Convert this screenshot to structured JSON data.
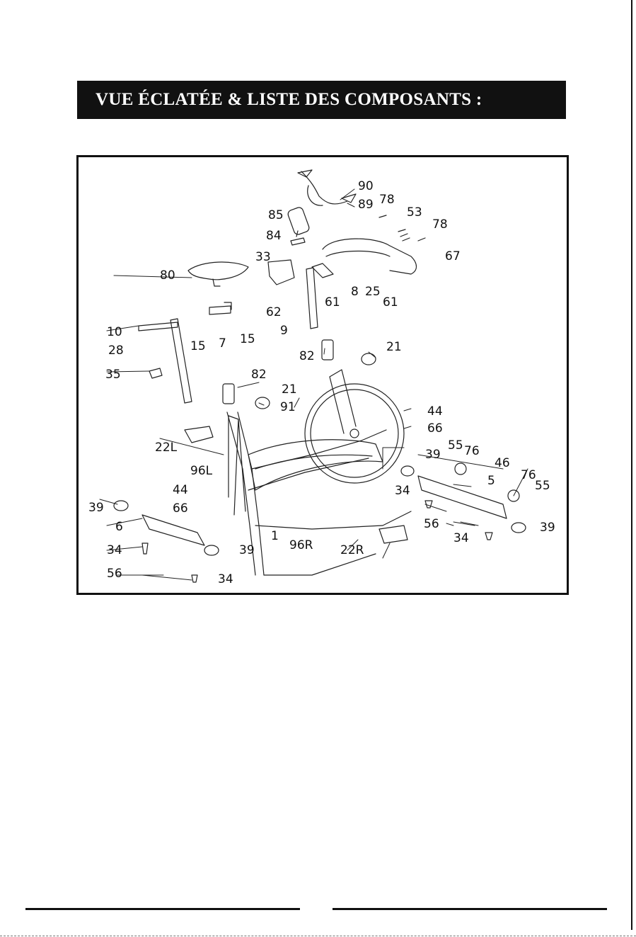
{
  "header": {
    "title": "VUE ÉCLATÉE & LISTE DES COMPOSANTS  :"
  },
  "diagram": {
    "callouts": [
      {
        "id": "90",
        "text": "90"
      },
      {
        "id": "89",
        "text": "89"
      },
      {
        "id": "78a",
        "text": "78"
      },
      {
        "id": "53",
        "text": "53"
      },
      {
        "id": "78b",
        "text": "78"
      },
      {
        "id": "67",
        "text": "67"
      },
      {
        "id": "85",
        "text": "85"
      },
      {
        "id": "84",
        "text": "84"
      },
      {
        "id": "33",
        "text": "33"
      },
      {
        "id": "80",
        "text": "80"
      },
      {
        "id": "62",
        "text": "62"
      },
      {
        "id": "8",
        "text": "8"
      },
      {
        "id": "25",
        "text": "25"
      },
      {
        "id": "61a",
        "text": "61"
      },
      {
        "id": "61b",
        "text": "61"
      },
      {
        "id": "9",
        "text": "9"
      },
      {
        "id": "10",
        "text": "10"
      },
      {
        "id": "15a",
        "text": "15"
      },
      {
        "id": "7",
        "text": "7"
      },
      {
        "id": "15b",
        "text": "15"
      },
      {
        "id": "28",
        "text": "28"
      },
      {
        "id": "35",
        "text": "35"
      },
      {
        "id": "82a",
        "text": "82"
      },
      {
        "id": "21a",
        "text": "21"
      },
      {
        "id": "82b",
        "text": "82"
      },
      {
        "id": "21b",
        "text": "21"
      },
      {
        "id": "91",
        "text": "91"
      },
      {
        "id": "44a",
        "text": "44"
      },
      {
        "id": "66a",
        "text": "66"
      },
      {
        "id": "22L",
        "text": "22L"
      },
      {
        "id": "39a",
        "text": "39"
      },
      {
        "id": "55a",
        "text": "55"
      },
      {
        "id": "76a",
        "text": "76"
      },
      {
        "id": "46",
        "text": "46"
      },
      {
        "id": "96L",
        "text": "96L"
      },
      {
        "id": "76b",
        "text": "76"
      },
      {
        "id": "5",
        "text": "5"
      },
      {
        "id": "55b",
        "text": "55"
      },
      {
        "id": "44b",
        "text": "44"
      },
      {
        "id": "34a",
        "text": "34"
      },
      {
        "id": "39b",
        "text": "39"
      },
      {
        "id": "66b",
        "text": "66"
      },
      {
        "id": "6",
        "text": "6"
      },
      {
        "id": "1",
        "text": "1"
      },
      {
        "id": "56a",
        "text": "56"
      },
      {
        "id": "39c",
        "text": "39"
      },
      {
        "id": "34b",
        "text": "34"
      },
      {
        "id": "96R",
        "text": "96R"
      },
      {
        "id": "22R",
        "text": "22R"
      },
      {
        "id": "39d",
        "text": "39"
      },
      {
        "id": "34c",
        "text": "34"
      },
      {
        "id": "56b",
        "text": "56"
      },
      {
        "id": "34d",
        "text": "34"
      }
    ]
  }
}
